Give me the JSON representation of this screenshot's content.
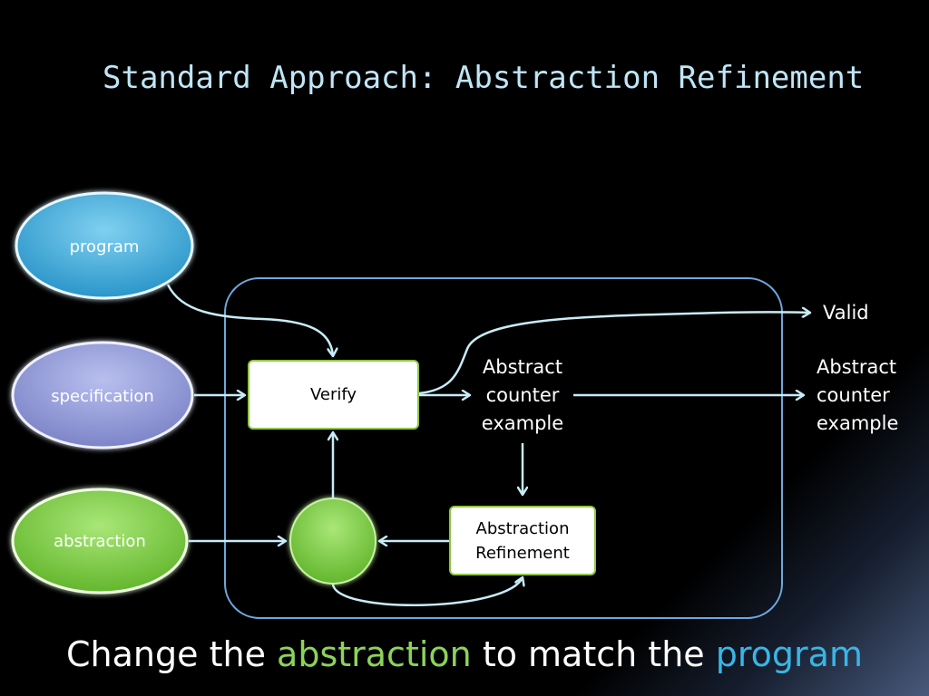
{
  "title": "Standard Approach: Abstraction Refinement",
  "inputs": {
    "program": "program",
    "specification": "specification",
    "abstraction": "abstraction"
  },
  "nodes": {
    "verify": "Verify",
    "abstract_cex_inner": [
      "Abstract",
      "counter",
      "example"
    ],
    "abstract_cex_outer": [
      "Abstract",
      "counter",
      "example"
    ],
    "valid": "Valid",
    "refinement": [
      "Abstraction",
      "Refinement"
    ],
    "combine_glyph": ""
  },
  "footer": {
    "part1": "Change the ",
    "part2": "abstraction",
    "part3": " to match the ",
    "part4": "program"
  },
  "colors": {
    "title": "#bfe6f7",
    "arrow": "#c8ecf8",
    "container_border": "#6fa8dc",
    "box_border": "#8cc63f",
    "program_fill": "#3aa9dc",
    "specification_fill": "#8e96d6",
    "abstraction_fill": "#79cf3e",
    "footer_abstraction": "#8cd35a",
    "footer_program": "#39b5e6"
  }
}
